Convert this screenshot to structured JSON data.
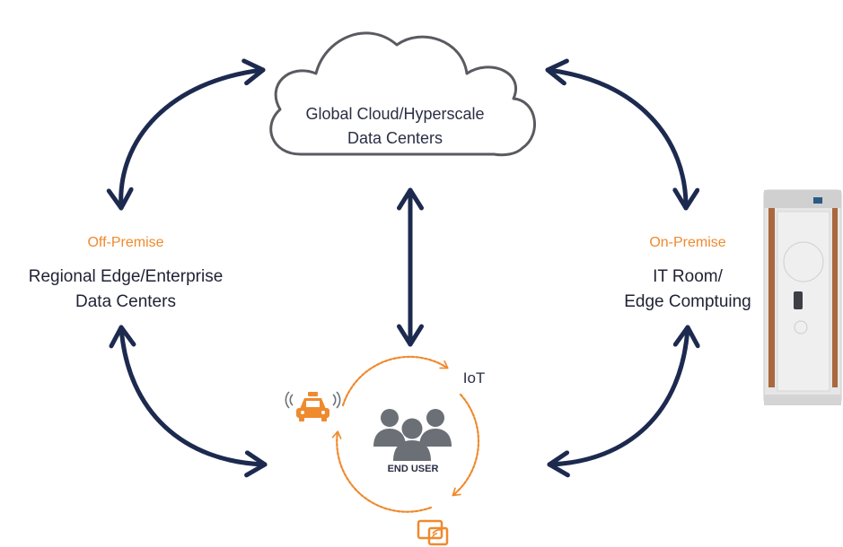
{
  "cloud": {
    "line1": "Global Cloud/Hyperscale",
    "line2": "Data Centers"
  },
  "off_premise": {
    "tag": "Off-Premise",
    "line1": "Regional Edge/Enterprise",
    "line2": "Data Centers"
  },
  "on_premise": {
    "tag": "On-Premise",
    "line1": "IT Room/",
    "line2": "Edge Comptuing"
  },
  "end_user": {
    "label": "END USER",
    "iot": "IoT"
  },
  "colors": {
    "arrow": "#1d2a4f",
    "accent": "#ef8a2e",
    "people": "#6b6f76",
    "text": "#1f2235"
  }
}
